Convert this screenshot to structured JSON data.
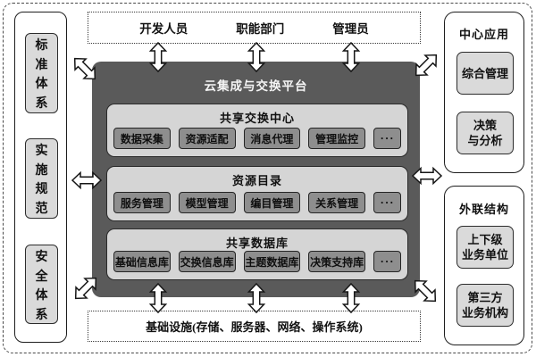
{
  "colors": {
    "platform-fill": "#5a5a5a",
    "platform-title-text": "#f5f5f5",
    "section-fill": "#d5d5d5",
    "chip-fill": "#8e8e8e",
    "chip-text": "#0f0f0f",
    "panel-item-fill": "#dadada",
    "border-dark": "#1d1d1d",
    "text-dark": "#111111"
  },
  "actors": {
    "items": [
      "开发人员",
      "职能部门",
      "管理员"
    ]
  },
  "pillars": {
    "items": [
      "标准体系",
      "实施规范",
      "安全体系"
    ]
  },
  "platform": {
    "title": "云集成与交换平台",
    "sections": [
      {
        "title": "共享交换中心",
        "items": [
          "数据采集",
          "资源适配",
          "消息代理",
          "管理监控",
          "···"
        ]
      },
      {
        "title": "资源目录",
        "items": [
          "服务管理",
          "模型管理",
          "编目管理",
          "关系管理",
          "···"
        ]
      },
      {
        "title": "共享数据库",
        "items": [
          "基础信息库",
          "交换信息库",
          "主题数据库",
          "决策支持库",
          "···"
        ]
      }
    ]
  },
  "infrastructure": {
    "label": "基础设施(存储、服务器、网络、操作系统)"
  },
  "center_apps": {
    "title": "中心应用",
    "items": [
      "综合管理",
      "决策\n与分析"
    ]
  },
  "external": {
    "title": "外联结构",
    "items": [
      "上下级\n业务单位",
      "第三方\n业务机构"
    ]
  }
}
